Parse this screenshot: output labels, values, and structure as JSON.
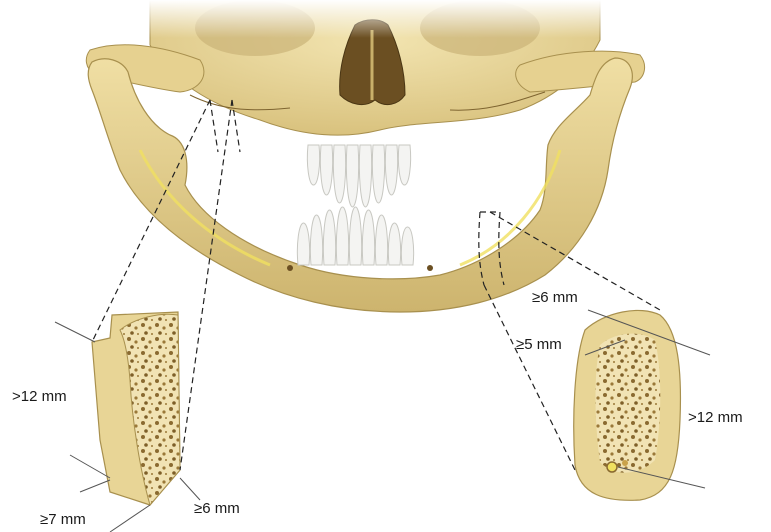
{
  "labels": {
    "ramus_top_height": ">12 mm",
    "ramus_base_width": "≥7 mm",
    "ramus_cortical": "≥6 mm",
    "body_top": "≥6 mm",
    "body_crest": "≥5 mm",
    "body_height": ">12 mm"
  },
  "colors": {
    "bone": "#e8d596",
    "bone_shade": "#c9b06a",
    "bone_edge": "#a8904e",
    "marrow": "#f3e8c2",
    "trabecula": "#8a6a30",
    "tooth": "#f4f4f2",
    "canal": "#f0e060",
    "line": "#222222"
  }
}
